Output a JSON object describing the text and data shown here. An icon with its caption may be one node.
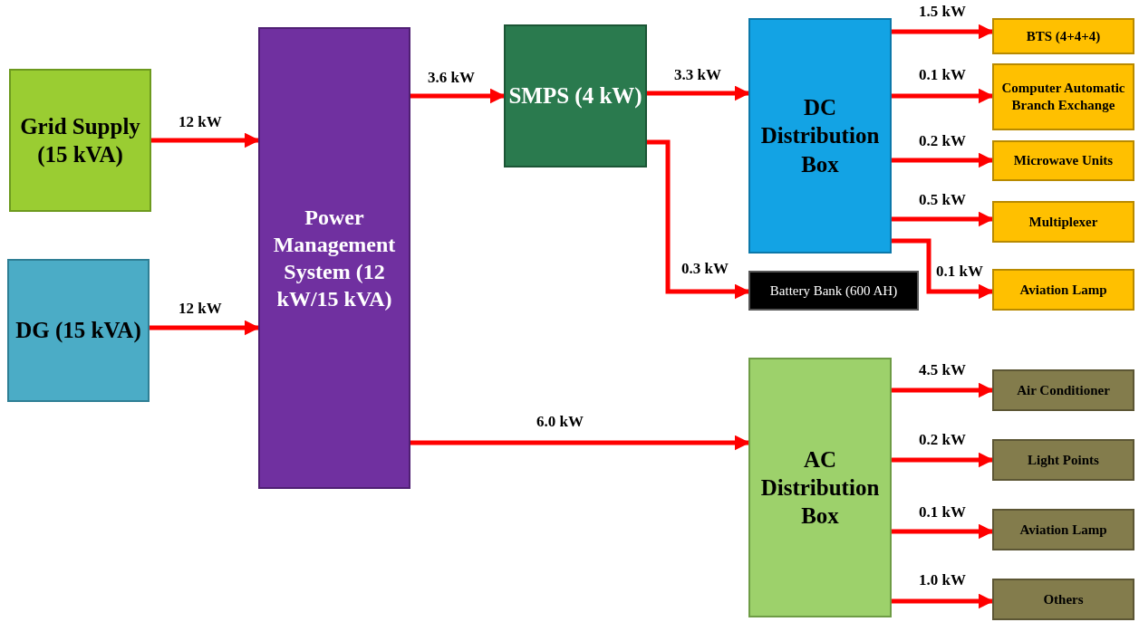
{
  "diagram": {
    "nodes": [
      {
        "text": [
          "Grid Supply (15 kVA)"
        ]
      },
      {
        "text": [
          "DG (15 kVA)"
        ]
      },
      {
        "text": [
          "Power Management System (12 kW/15 kVA)"
        ]
      },
      {
        "text": [
          "SMPS (4 kW)"
        ]
      },
      {
        "text": [
          "DC Distribution Box"
        ]
      },
      {
        "text": [
          "BTS (4+4+4)"
        ]
      },
      {
        "text": [
          "Computer Automatic Branch Exchange"
        ]
      },
      {
        "text": [
          "Microwave Units"
        ]
      },
      {
        "text": [
          "Multiplexer"
        ]
      },
      {
        "text": [
          "Aviation Lamp"
        ]
      },
      {
        "text": [
          "Battery Bank (600 AH)"
        ]
      },
      {
        "text": [
          "AC Distribution Box"
        ]
      },
      {
        "text": [
          "Air Conditioner"
        ]
      },
      {
        "text": [
          "Light Points"
        ]
      },
      {
        "text": [
          "Aviation Lamp"
        ]
      },
      {
        "text": [
          "Others"
        ]
      }
    ],
    "edges": [
      {
        "from": 0,
        "to": 2,
        "arrow": "to",
        "label": "12 kW"
      },
      {
        "from": 1,
        "to": 2,
        "arrow": "to",
        "label": "12 kW"
      },
      {
        "from": 2,
        "to": 3,
        "arrow": "to",
        "label": "3.6 kW"
      },
      {
        "from": 3,
        "to": 4,
        "arrow": "to",
        "label": "3.3 kW"
      },
      {
        "from": 3,
        "to": 10,
        "arrow": "to",
        "label": "0.3 kW"
      },
      {
        "from": 2,
        "to": 11,
        "arrow": "to",
        "label": "6.0 kW"
      },
      {
        "from": 4,
        "to": 5,
        "arrow": "to",
        "label": "1.5 kW"
      },
      {
        "from": 4,
        "to": 6,
        "arrow": "to",
        "label": "0.1 kW"
      },
      {
        "from": 4,
        "to": 7,
        "arrow": "to",
        "label": "0.2 kW"
      },
      {
        "from": 4,
        "to": 8,
        "arrow": "to",
        "label": "0.5 kW"
      },
      {
        "from": 4,
        "to": 9,
        "arrow": "to",
        "label": "0.1 kW"
      },
      {
        "from": 11,
        "to": 12,
        "arrow": "to",
        "label": "4.5 kW"
      },
      {
        "from": 11,
        "to": 13,
        "arrow": "to",
        "label": "0.2 kW"
      },
      {
        "from": 11,
        "to": 14,
        "arrow": "to",
        "label": "0.1 kW"
      },
      {
        "from": 11,
        "to": 15,
        "arrow": "to",
        "label": "1.0 kW"
      }
    ]
  }
}
